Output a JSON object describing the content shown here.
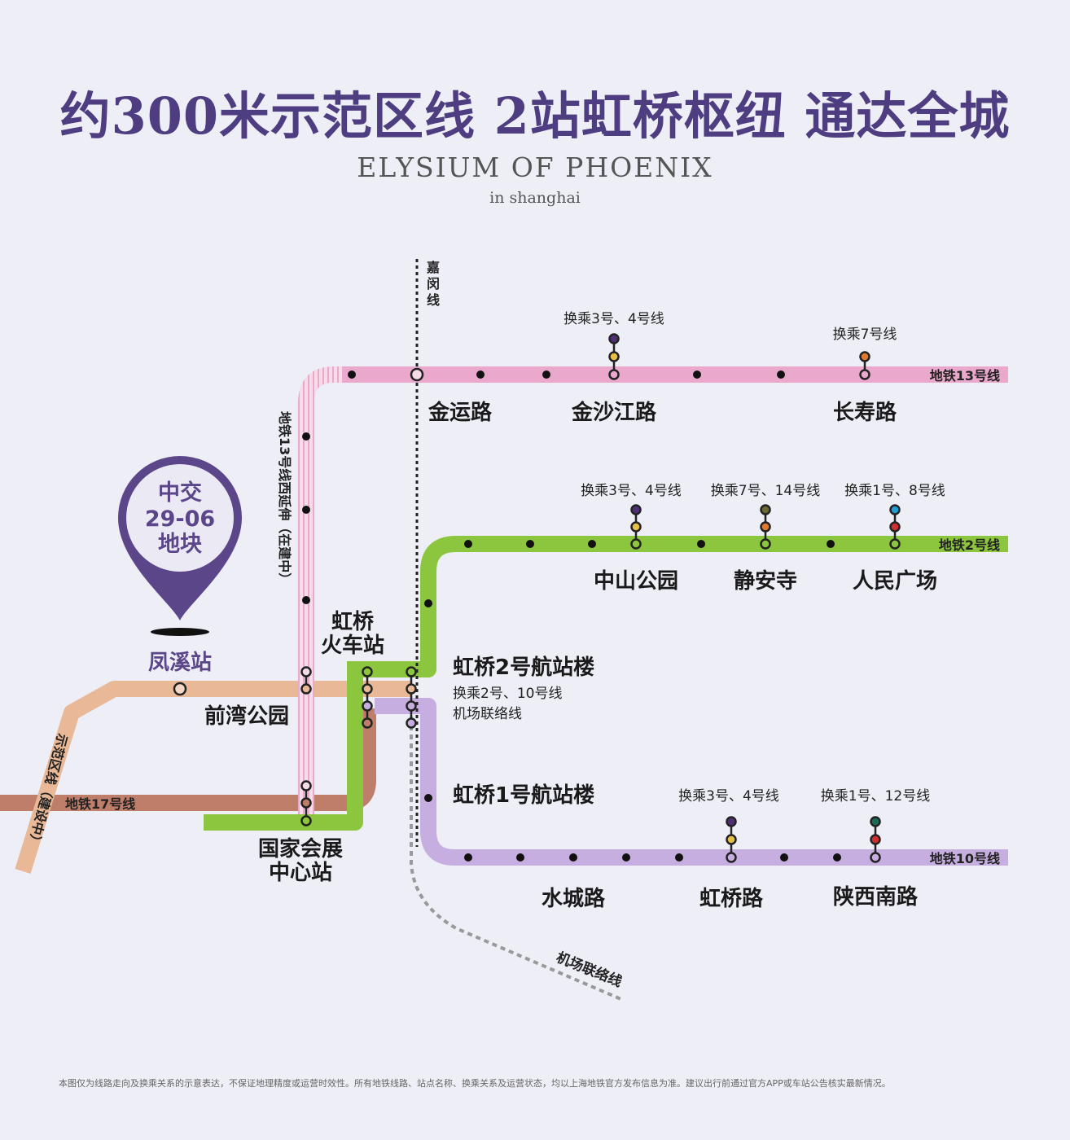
{
  "header": {
    "title": "约300米示范区线 2站虹桥枢纽 通达全城",
    "brand": "ELYSIUM OF PHOENIX",
    "brand_sub": "in shanghai"
  },
  "marker": {
    "lines": [
      "中交",
      "29-06",
      "地块"
    ],
    "station": "凤溪站"
  },
  "lines": {
    "line13": "地铁13号线",
    "line13_west": "地铁13号线西延伸（在建中）",
    "line2": "地铁2号线",
    "line10": "地铁10号线",
    "line17": "地铁17号线",
    "demo": "示范区线（建设中）",
    "jiamin": "嘉闵线",
    "airport": "机场联络线"
  },
  "stations": {
    "jinyun": "金运路",
    "jinshajiang": "金沙江路",
    "changshou": "长寿路",
    "zhongshan": "中山公园",
    "jingan": "静安寺",
    "renmin": "人民广场",
    "hq_station": [
      "虹桥",
      "火车站"
    ],
    "t2": "虹桥2号航站楼",
    "t1": "虹桥1号航站楼",
    "qianwan": "前湾公园",
    "necc": [
      "国家会展",
      "中心站"
    ],
    "shuicheng": "水城路",
    "hongqiao_rd": "虹桥路",
    "shaanxi": "陕西南路"
  },
  "transfers": {
    "jinshajiang": "换乘3号、4号线",
    "changshou": "换乘7号线",
    "zhongshan": "换乘3号、4号线",
    "jingan": "换乘7号、14号线",
    "renmin": "换乘1号、8号线",
    "t2_a": "换乘2号、10号线",
    "t2_b": "机场联络线",
    "hongqiao_rd": "换乘3号、4号线",
    "shaanxi": "换乘1号、12号线"
  },
  "colors": {
    "line13": "#eaa8cc",
    "line2": "#8cc63f",
    "line10": "#c6aee0",
    "line17": "#bf7e6a",
    "demo": "#e9b896",
    "marker": "#5b468a",
    "title": "#4e3d80",
    "c_line3": "#e8c046",
    "c_line4": "#4f2f78",
    "c_line7": "#e07a2e",
    "c_line14": "#6b6a30",
    "c_line1": "#d32f2f",
    "c_line8": "#1f9fd6",
    "c_line12": "#1a6b55"
  },
  "footer": {
    "disclaimer": "本图仅为线路走向及换乘关系的示意表达，不保证地理精度或运营时效性。所有地铁线路、站点名称、换乘关系及运营状态，均以上海地铁官方发布信息为准。建议出行前通过官方APP或车站公告核实最新情况。"
  }
}
